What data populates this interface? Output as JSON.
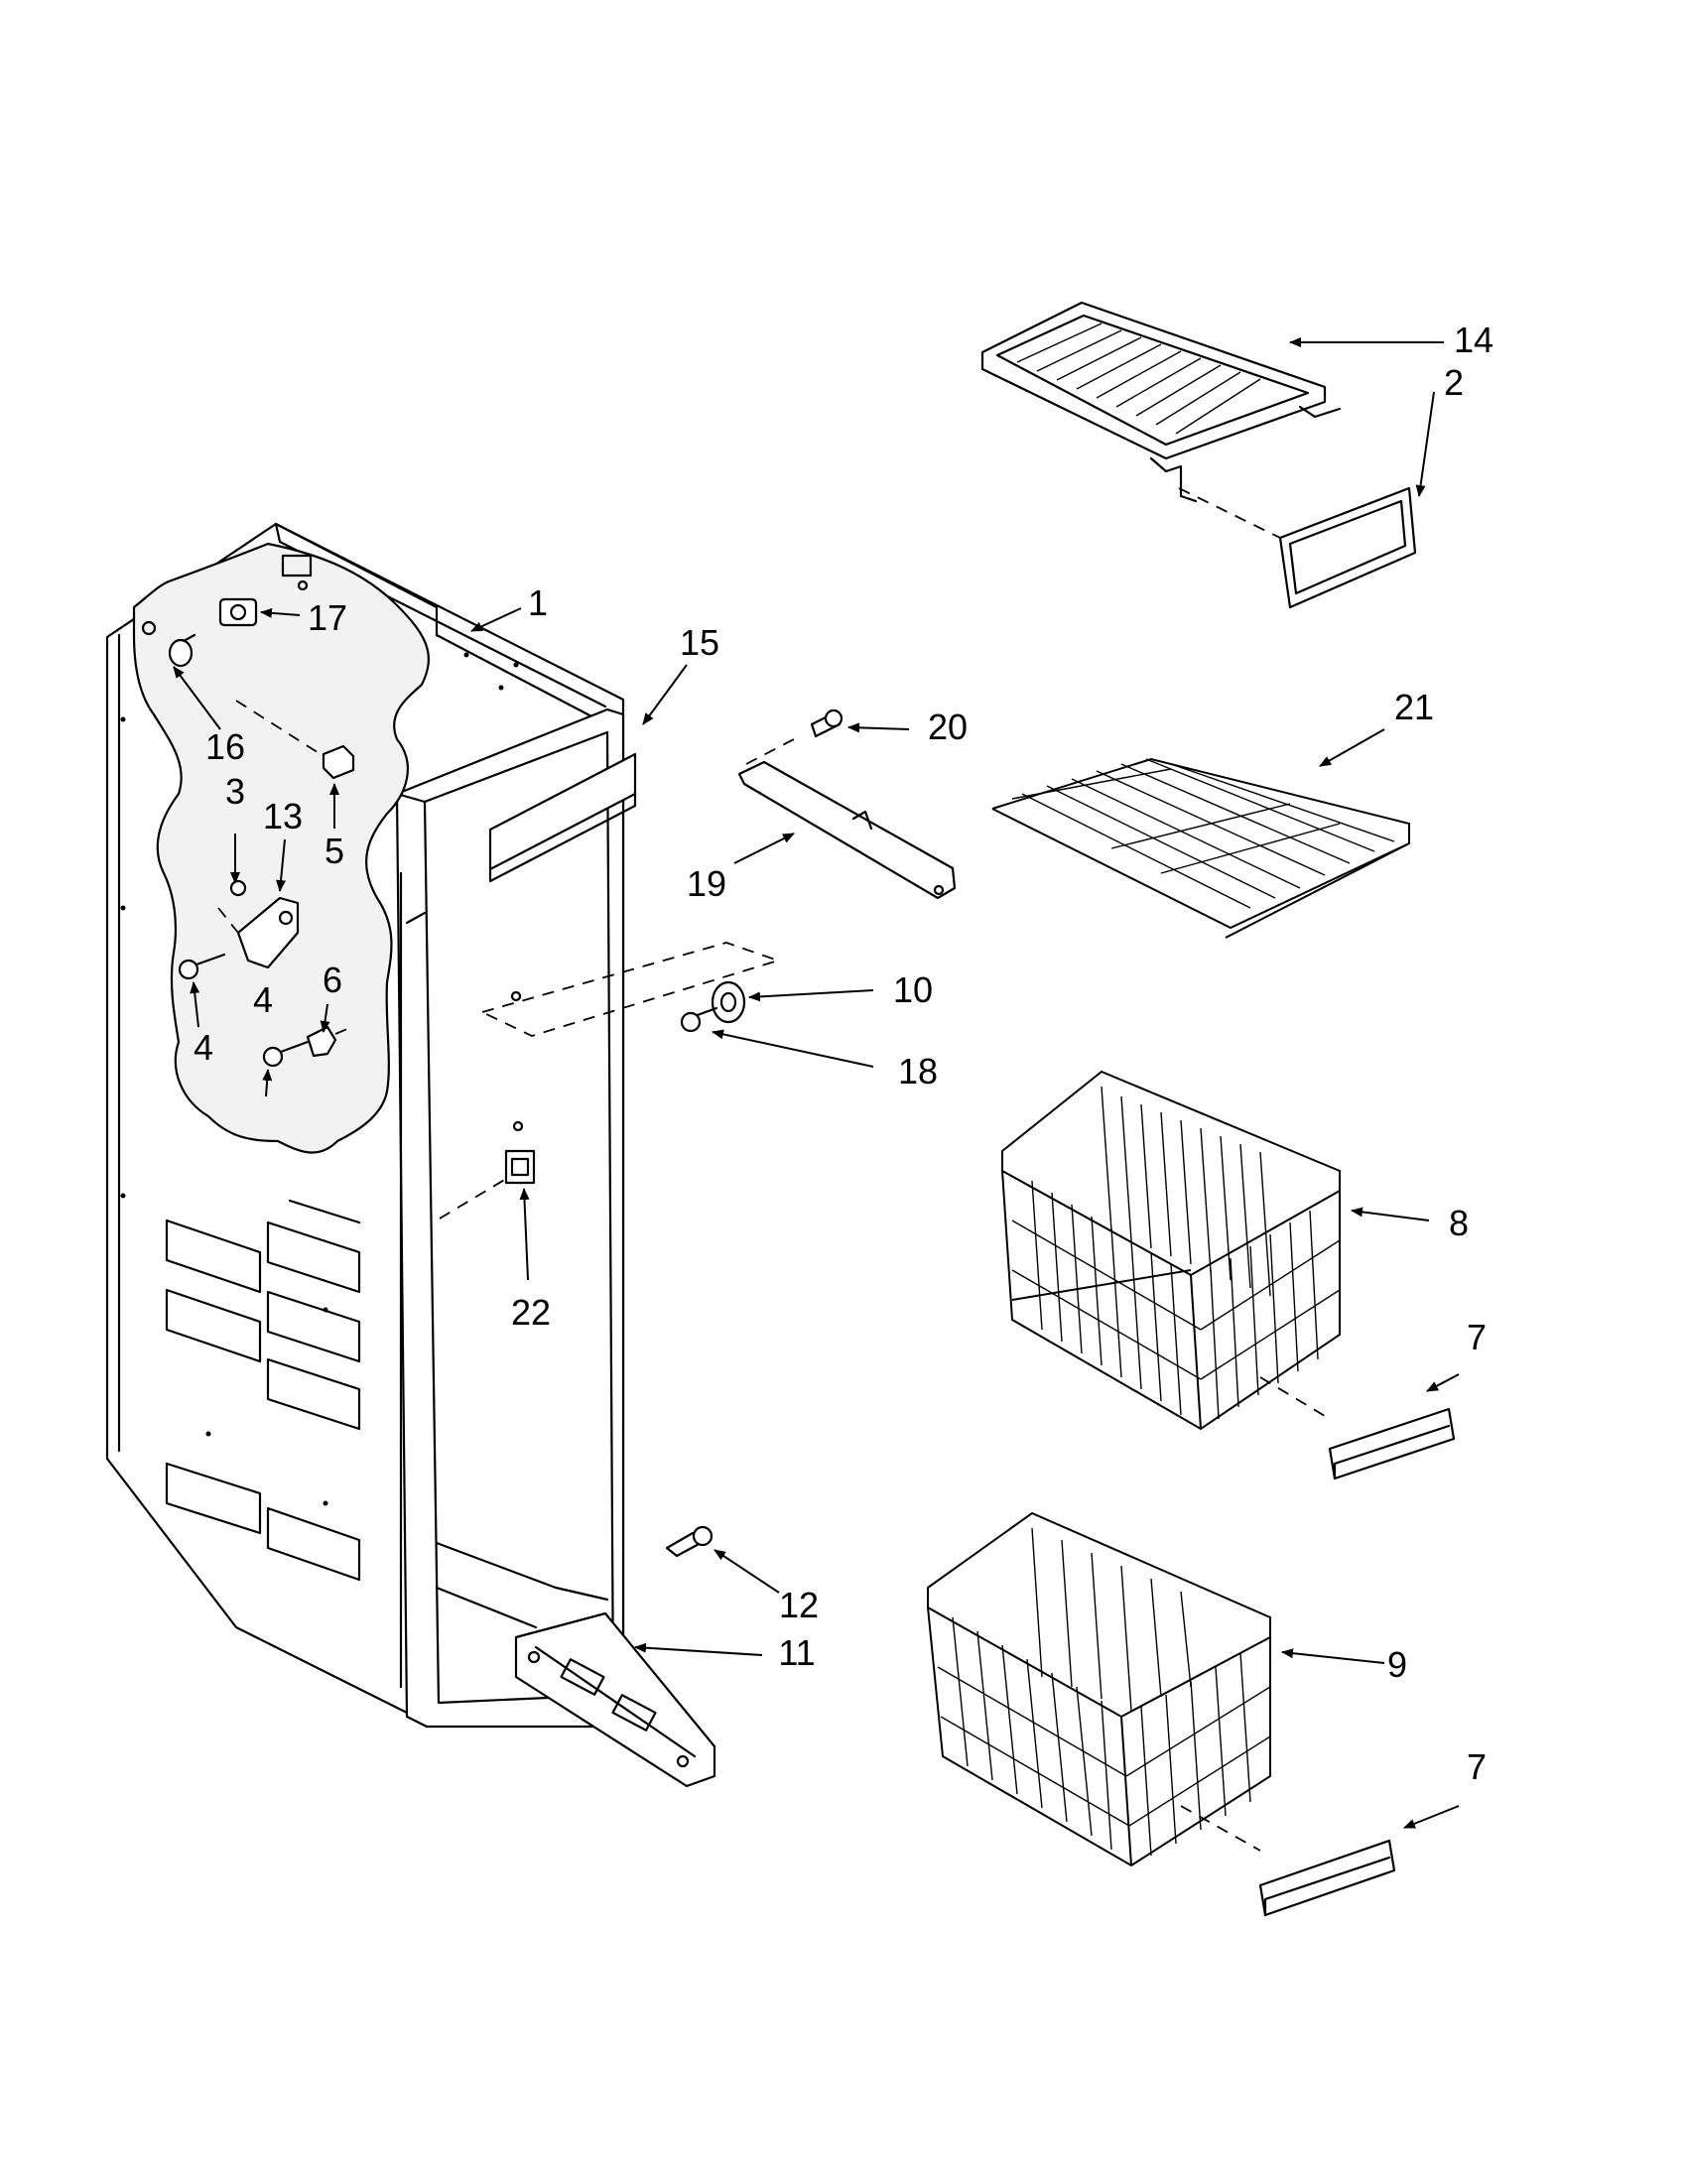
{
  "callouts": {
    "c1": "1",
    "c2": "2",
    "c3": "3",
    "c4a": "4",
    "c4b": "4",
    "c5": "5",
    "c6": "6",
    "c7a": "7",
    "c7b": "7",
    "c8": "8",
    "c9": "9",
    "c10": "10",
    "c11": "11",
    "c12": "12",
    "c13": "13",
    "c14": "14",
    "c15": "15",
    "c16": "16",
    "c17": "17",
    "c18": "18",
    "c19": "19",
    "c20": "20",
    "c21": "21",
    "c22": "22"
  }
}
